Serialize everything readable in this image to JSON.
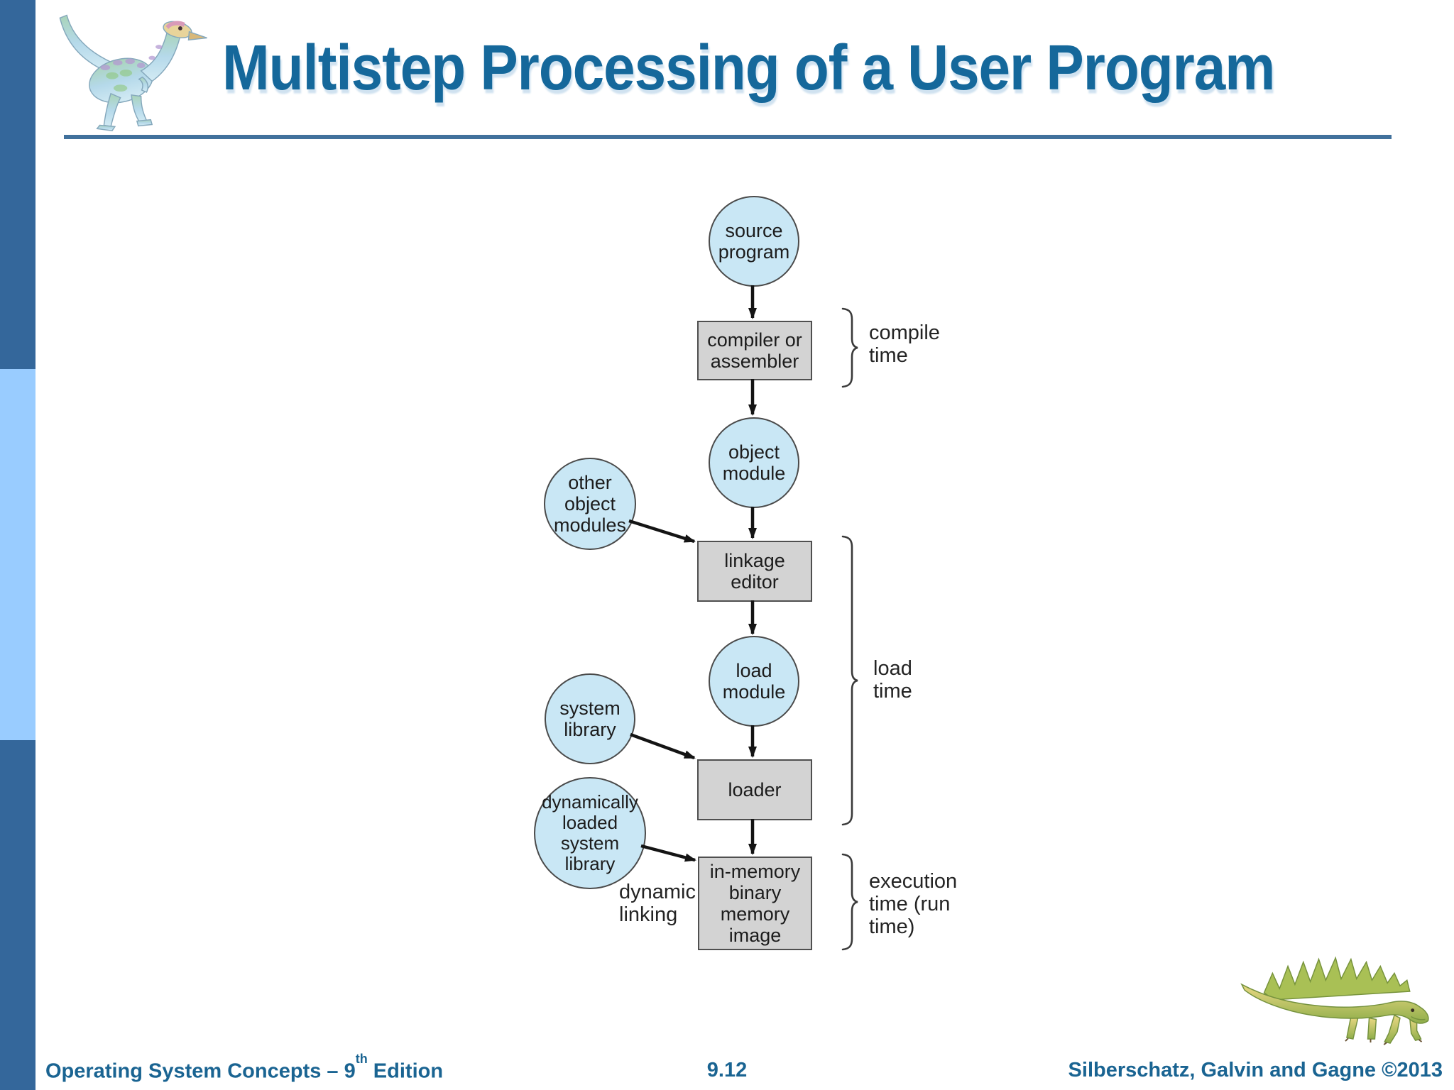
{
  "slide": {
    "title": "Multistep Processing of a User Program",
    "page_number": "9.12",
    "footer_left_prefix": "Operating System Concepts – 9",
    "footer_left_sup": "th",
    "footer_left_suffix": " Edition",
    "footer_right": "Silberschatz, Galvin and Gagne ©2013"
  },
  "diagram": {
    "nodes": {
      "source_program": {
        "label": "source\nprogram"
      },
      "compiler": {
        "label": "compiler or\nassembler"
      },
      "object_module": {
        "label": "object\nmodule"
      },
      "other_object_modules": {
        "label": "other\nobject\nmodules"
      },
      "linkage_editor": {
        "label": "linkage\neditor"
      },
      "load_module": {
        "label": "load\nmodule"
      },
      "system_library": {
        "label": "system\nlibrary"
      },
      "dynamically_loaded_system_library": {
        "label": "dynamically\nloaded\nsystem\nlibrary"
      },
      "loader": {
        "label": "loader"
      },
      "in_memory_image": {
        "label": "in-memory\nbinary\nmemory\nimage"
      }
    },
    "annotations": {
      "compile_time": "compile\ntime",
      "load_time": "load\ntime",
      "execution_time": "execution\ntime (run\ntime)",
      "dynamic_linking": "dynamic\nlinking"
    }
  },
  "icons": {
    "top_logo": "dinosaur-theropod-logo",
    "bottom_logo": "dinosaur-sailback-logo"
  },
  "colors": {
    "sidebar_blue": "#34679B",
    "sidebar_light_blue": "#99CCFF",
    "title_blue": "#15689B",
    "rule_blue": "#41719C",
    "circle_fill": "#C9E7F5",
    "rect_fill": "#D3D3D3",
    "ink": "#1C1C1C"
  }
}
